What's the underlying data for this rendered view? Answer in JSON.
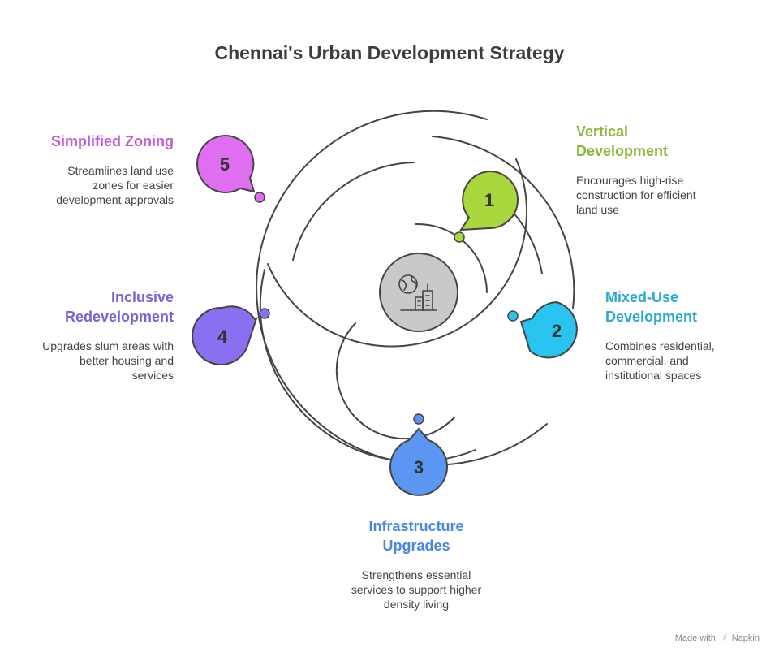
{
  "title": "Chennai's Urban Development Strategy",
  "hub_icon": "globe-buildings-icon",
  "steps": [
    {
      "number": "1",
      "title_lines": [
        "Vertical",
        "Development"
      ],
      "description_lines": [
        "Encourages high-rise",
        "construction for efficient",
        "land use"
      ],
      "color": "#a8d83e",
      "title_color": "#8cb83a"
    },
    {
      "number": "2",
      "title_lines": [
        "Mixed-Use",
        "Development"
      ],
      "description_lines": [
        "Combines residential,",
        "commercial, and",
        "institutional spaces"
      ],
      "color": "#29c4ef",
      "title_color": "#2aa9d4"
    },
    {
      "number": "3",
      "title_lines": [
        "Infrastructure",
        "Upgrades"
      ],
      "description_lines": [
        "Strengthens essential",
        "services to support higher",
        "density living"
      ],
      "color": "#5b97f2",
      "title_color": "#4a86e0"
    },
    {
      "number": "4",
      "title_lines": [
        "Inclusive",
        "Redevelopment"
      ],
      "description_lines": [
        "Upgrades slum areas with",
        "better housing and",
        "services"
      ],
      "color": "#8a6ff0",
      "title_color": "#7a62d9"
    },
    {
      "number": "5",
      "title_lines": [
        "Simplified Zoning"
      ],
      "description_lines": [
        "Streamlines land use",
        "zones for easier",
        "development approvals"
      ],
      "color": "#df6ef0",
      "title_color": "#c25ad8"
    }
  ],
  "footer": {
    "made_with": "Made with",
    "brand": "Napkin",
    "icon": "napkin-logo-icon"
  }
}
